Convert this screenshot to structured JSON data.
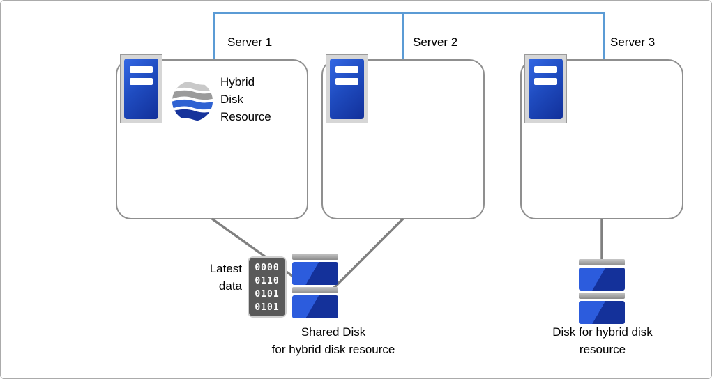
{
  "colors": {
    "network_blue": "#5B9BD5",
    "server_icon_blue": "#1f4cc0",
    "disk_blue": "#2c5cdd",
    "connector_gray": "#808080",
    "binary_block_bg": "#595959",
    "box_border_gray": "#8f8f8f"
  },
  "servers": [
    {
      "label": "Server 1"
    },
    {
      "label": "Server 2"
    },
    {
      "label": "Server 3"
    }
  ],
  "hybrid_resource": {
    "lines": [
      "Hybrid",
      "Disk",
      "Resource"
    ]
  },
  "binary_block": {
    "lines": [
      "0000",
      "0110",
      "0101",
      "0101"
    ]
  },
  "latest_data": {
    "lines": [
      "Latest",
      "data"
    ]
  },
  "shared_disk_caption": {
    "lines": [
      "Shared Disk",
      "for hybrid disk resource"
    ]
  },
  "hybrid_disk_caption": {
    "lines": [
      "Disk for hybrid disk",
      "resource"
    ]
  }
}
